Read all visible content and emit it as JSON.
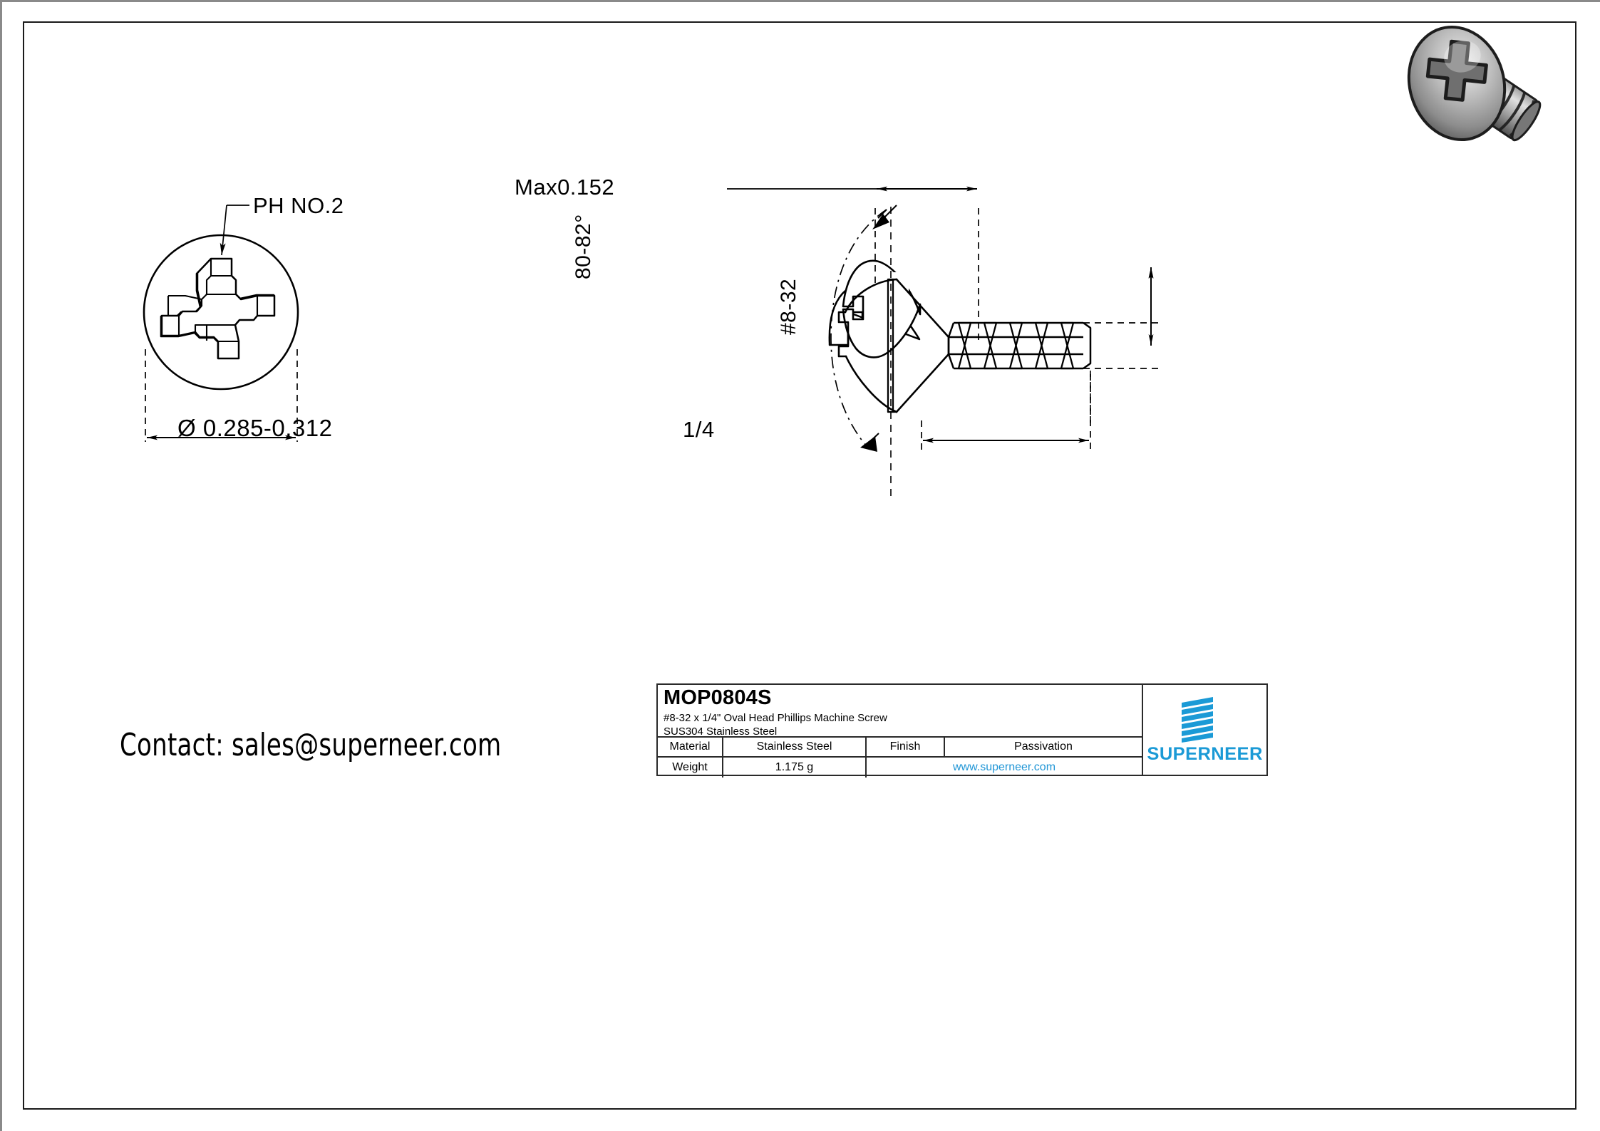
{
  "sheet": {
    "contact": "Contact: sales@superneer.com"
  },
  "left_view": {
    "name": "top-view-phillips-recess",
    "callout_label": "PH NO.2",
    "diameter_dimension": "Ø 0.285-0.312"
  },
  "right_view": {
    "name": "side-view-oval-head-screw",
    "head_height_dimension": "Max0.152",
    "head_angle_dimension": "80-82°",
    "thread_size_dimension": "#8-32",
    "length_dimension": "1/4"
  },
  "title_block": {
    "part_code": "MOP0804S",
    "description_line1": "#8-32 x 1/4\" Oval Head Phillips Machine Screw",
    "description_line2": "SUS304 Stainless Steel",
    "material_label": "Material",
    "material_value": "Stainless Steel",
    "finish_label": "Finish",
    "finish_value": "Passivation",
    "weight_label": "Weight",
    "weight_value": "1.175 g",
    "website": "www.superneer.com",
    "brand": "SUPERNEER"
  },
  "colors": {
    "brand_blue": "#1b9ad6",
    "link_blue": "#2196d6",
    "line": "#000000",
    "frame": "#2a2a2a",
    "metal_light": "#d8d8d8",
    "metal_mid": "#9a9a9a",
    "metal_dark": "#4a4a4a"
  }
}
